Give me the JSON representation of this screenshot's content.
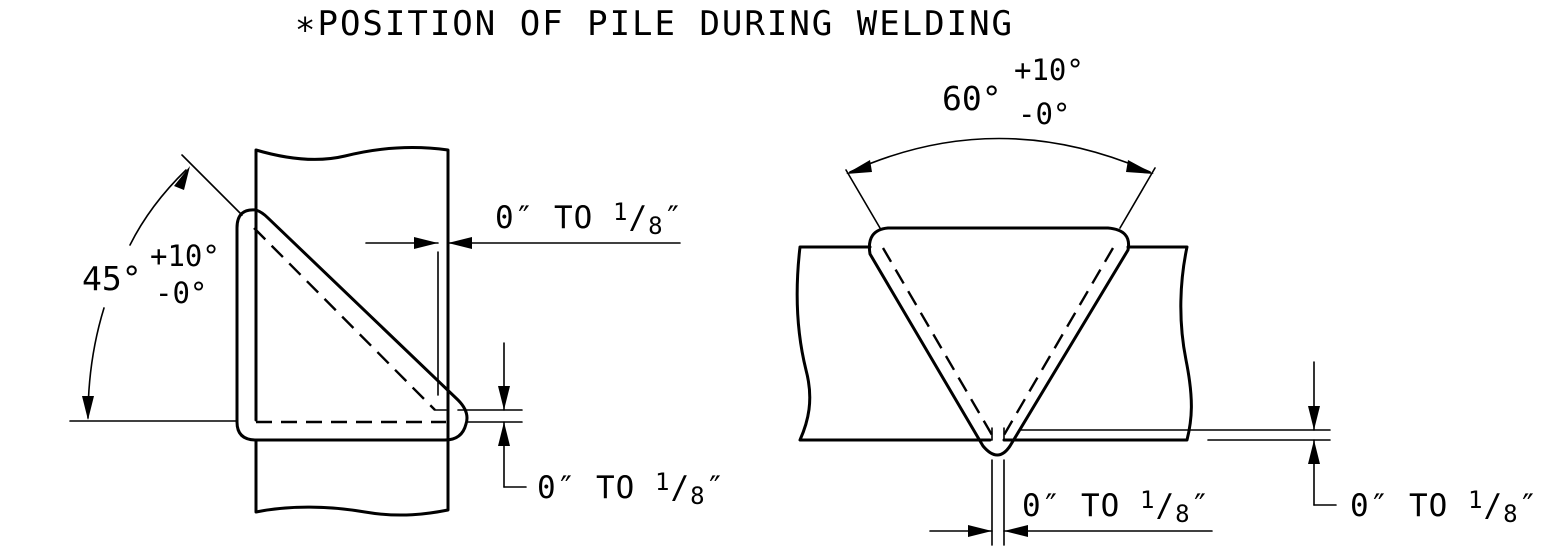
{
  "title": "∗POSITION OF PILE DURING WELDING",
  "left_detail": {
    "angle": {
      "base": "45°",
      "plus": "+10°",
      "minus": "-0°"
    },
    "gap_top": {
      "text": "0″ TO ",
      "num": "1",
      "slash": "/",
      "den": "8",
      "inch": "″"
    },
    "gap_bottom": {
      "text": "0″ TO ",
      "num": "1",
      "slash": "/",
      "den": "8",
      "inch": "″"
    }
  },
  "right_detail": {
    "angle": {
      "base": "60°",
      "plus": "+10°",
      "minus": "-0°"
    },
    "gap_root": {
      "text": "0″ TO ",
      "num": "1",
      "slash": "/",
      "den": "8",
      "inch": "″"
    },
    "gap_side": {
      "text": "0″ TO ",
      "num": "1",
      "slash": "/",
      "den": "8",
      "inch": "″"
    }
  }
}
